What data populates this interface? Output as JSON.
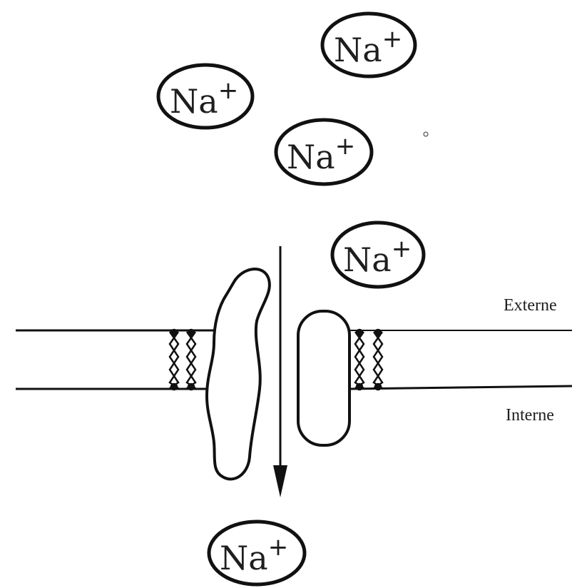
{
  "ions": [
    {
      "symbol": "Na",
      "charge": "+"
    },
    {
      "symbol": "Na",
      "charge": "+"
    },
    {
      "symbol": "Na",
      "charge": "+"
    },
    {
      "symbol": "Na",
      "charge": "+"
    },
    {
      "symbol": "Na",
      "charge": "+"
    }
  ],
  "labels": {
    "outside": "Externe",
    "inside": "Interne"
  },
  "colors": {
    "ink": "#1e1e1e",
    "background": "#ffffff"
  }
}
